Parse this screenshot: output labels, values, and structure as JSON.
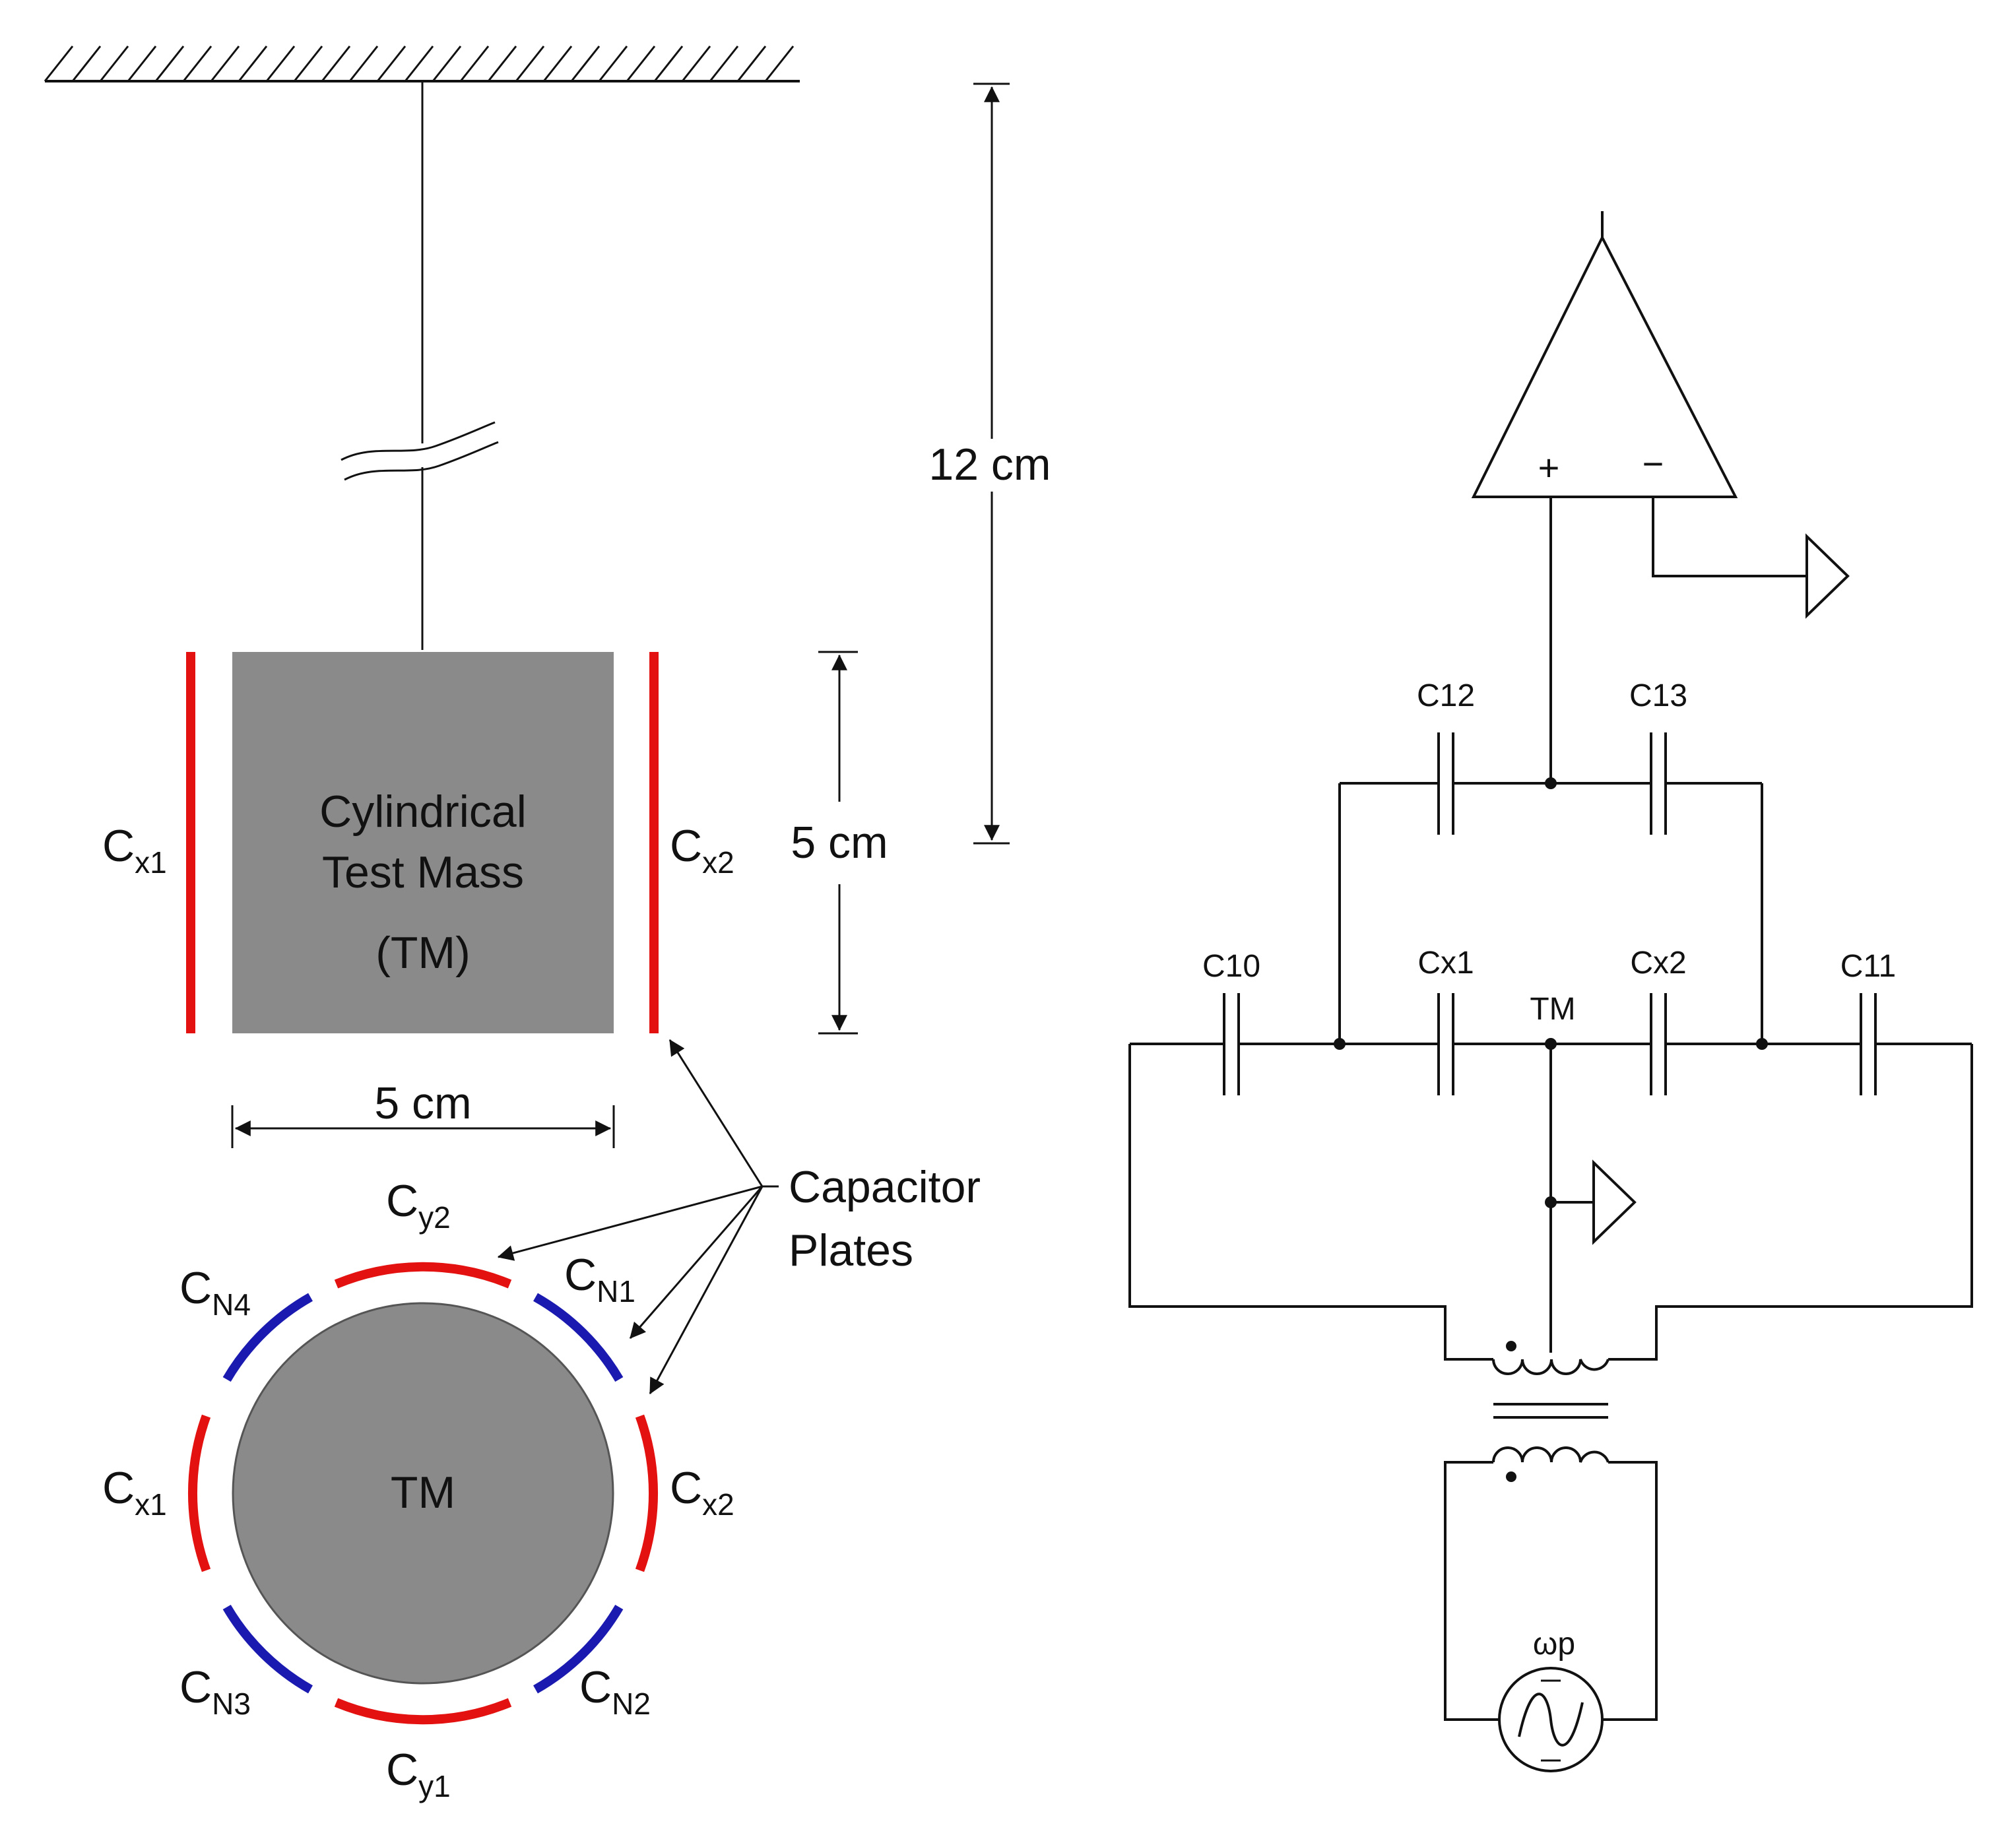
{
  "colors": {
    "mass_fill": "#8a8a8a",
    "x_y_plates": "#e3110f",
    "n_plates": "#1a1ab0",
    "ink": "#111111"
  },
  "mechanical": {
    "dim_height": "12 cm",
    "dim_mass_height": "5 cm",
    "dim_mass_width": "5 cm",
    "side_view": {
      "mass_line1": "Cylindrical",
      "mass_line2": "Test Mass",
      "mass_line3": "(TM)",
      "plate_left": {
        "base": "C",
        "sub": "x1"
      },
      "plate_right": {
        "base": "C",
        "sub": "x2"
      }
    },
    "callout_line1": "Capacitor",
    "callout_line2": "Plates",
    "top_view": {
      "mass_label": "TM",
      "labels": {
        "y2": {
          "base": "C",
          "sub": "y2"
        },
        "n1": {
          "base": "C",
          "sub": "N1"
        },
        "n4": {
          "base": "C",
          "sub": "N4"
        },
        "x1": {
          "base": "C",
          "sub": "x1"
        },
        "x2": {
          "base": "C",
          "sub": "x2"
        },
        "n3": {
          "base": "C",
          "sub": "N3"
        },
        "n2": {
          "base": "C",
          "sub": "N2"
        },
        "y1": {
          "base": "C",
          "sub": "y1"
        }
      }
    }
  },
  "circuit": {
    "opamp_plus": "+",
    "opamp_minus": "−",
    "c12": "C12",
    "c13": "C13",
    "c10": "C10",
    "cx1": "Cx1",
    "tm": "TM",
    "cx2": "Cx2",
    "c11": "C11",
    "source": "ωp"
  }
}
